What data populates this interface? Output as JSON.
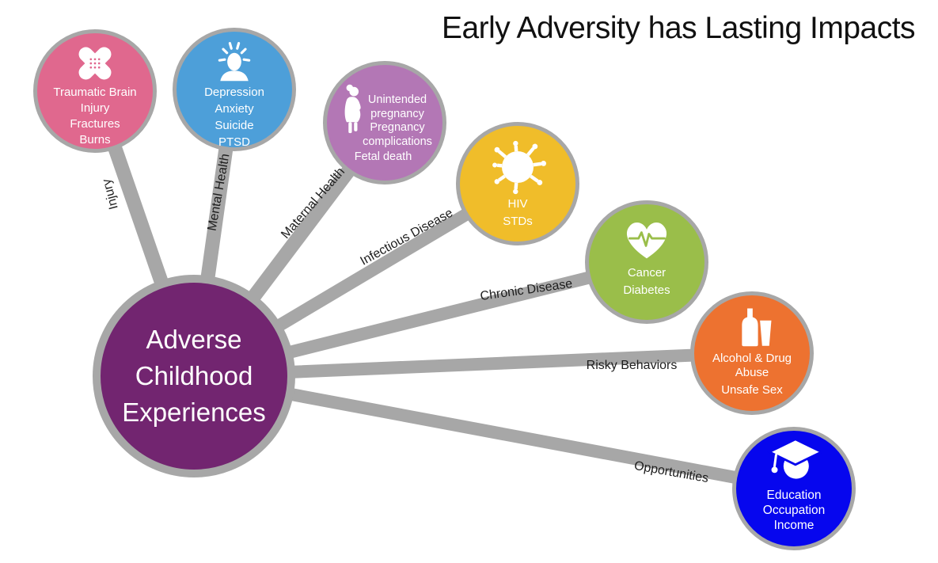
{
  "title": "Early Adversity has Lasting Impacts",
  "colors": {
    "background": "#ffffff",
    "connector_gray": "#a7a7a7",
    "title_text": "#111111",
    "edge_label_text": "#1d1d1d",
    "bubble_text": "#ffffff"
  },
  "center": {
    "lines": [
      "Adverse",
      "Childhood",
      "Experiences"
    ],
    "color": "#722570"
  },
  "nodes": [
    {
      "label": "Injury",
      "color": "#e0688e",
      "icon": "bandages-icon",
      "lines": [
        "Traumatic Brain",
        "Injury",
        "Fractures",
        "Burns"
      ]
    },
    {
      "label": "Mental Health",
      "color": "#4d9fd9",
      "icon": "stressed-person-icon",
      "lines": [
        "Depression",
        "Anxiety",
        "Suicide",
        "PTSD"
      ]
    },
    {
      "label": "Maternal Health",
      "color": "#b377b5",
      "icon": "pregnant-woman-icon",
      "lines": [
        "Unintended",
        "pregnancy",
        "Pregnancy",
        "complications",
        "Fetal death"
      ]
    },
    {
      "label": "Infectious Disease",
      "color": "#f0bd2a",
      "icon": "virus-icon",
      "lines": [
        "HIV",
        "STDs"
      ]
    },
    {
      "label": "Chronic Disease",
      "color": "#9abe4a",
      "icon": "heartbeat-heart-icon",
      "lines": [
        "Cancer",
        "Diabetes"
      ]
    },
    {
      "label": "Risky Behaviors",
      "color": "#ed7230",
      "icon": "alcohol-bottle-glass-icon",
      "lines": [
        "Alcohol & Drug",
        "Abuse",
        "Unsafe Sex"
      ]
    },
    {
      "label": "Opportunities",
      "color": "#0606ee",
      "icon": "graduation-cap-icon",
      "lines": [
        "Education",
        "Occupation",
        "Income"
      ]
    }
  ]
}
